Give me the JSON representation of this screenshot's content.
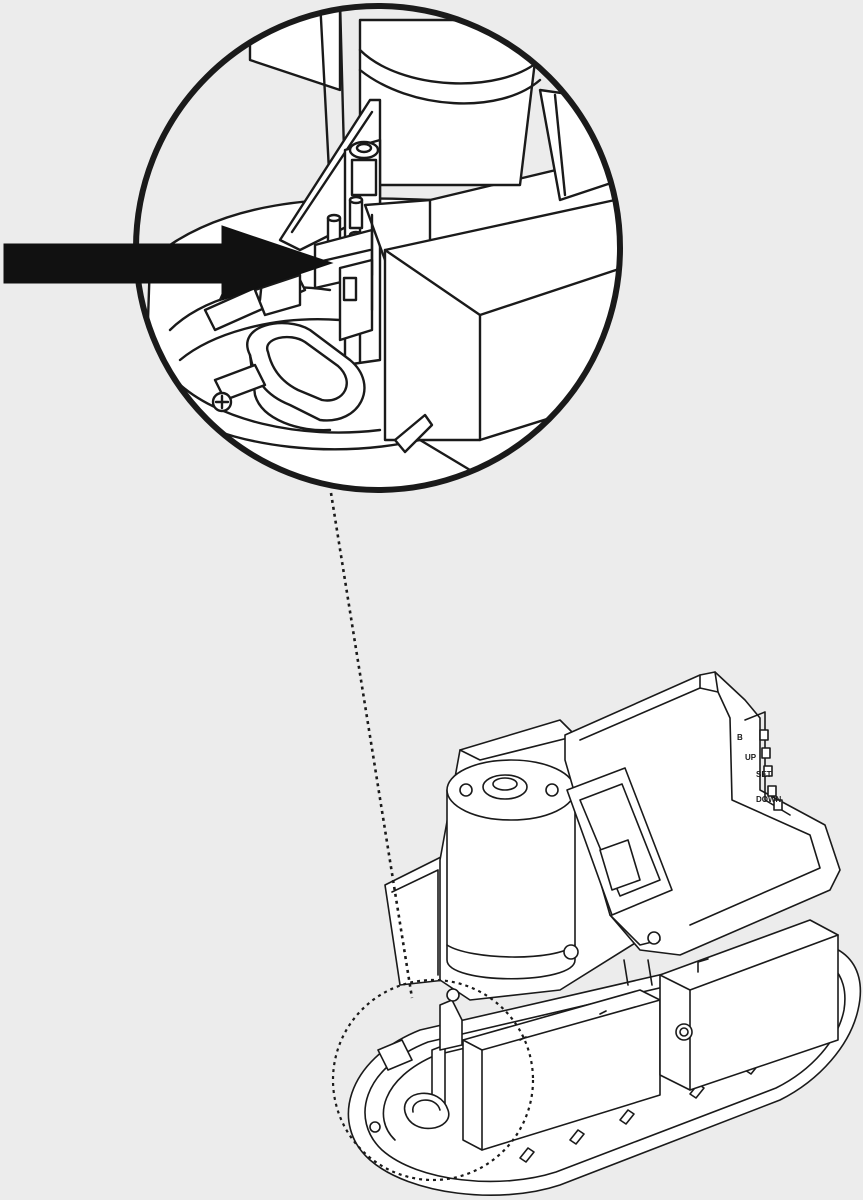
{
  "figure": {
    "background": "#ececec",
    "line_color": "#1a1a1a",
    "fill_color": "#ffffff",
    "button_labels": {
      "b1": "B",
      "up": "UP",
      "set": "SET",
      "down": "DOWN"
    }
  }
}
